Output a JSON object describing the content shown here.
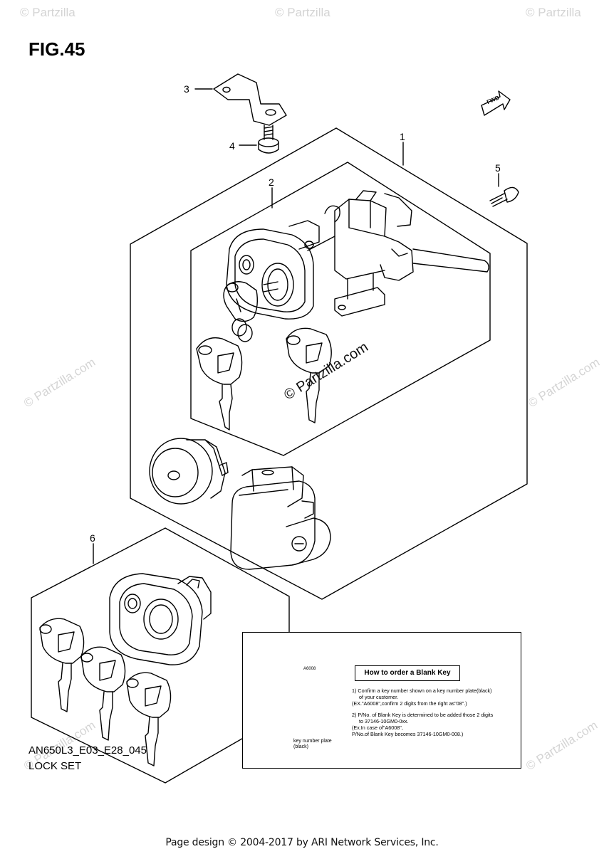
{
  "header": {
    "figure_title": "FIG.45"
  },
  "footer_info": {
    "model_code": "AN650L3_E03_E28_045",
    "section_name": "LOCK SET",
    "copyright": "Page design © 2004-2017 by ARI Network Services, Inc."
  },
  "callouts": [
    "1",
    "2",
    "3",
    "4",
    "5",
    "6"
  ],
  "fwd_label": "FWD",
  "watermark": {
    "text": "© Partzilla.com",
    "corner_text": "© Partzilla"
  },
  "order_box": {
    "heading": "How to order a Blank Key",
    "plate_code": "A6008",
    "plate_label_line1": "key number plate",
    "plate_label_line2": "(black)",
    "line1": "1) Confirm a key number shown on a key number plate(black)",
    "line2": "of your customer.",
    "line3": "(EX.\"A6008\",confirm 2 digits from the right as\"08\".)",
    "line4": "2) P/No. of Blank Key is determined to be added those 2 digits",
    "line5": "to 37146-10GM0-0xx.",
    "line6": "(Ex.In case of\"A6008\",",
    "line7": "P/No.of Blank Key becomes 37146-10GM0-008.)"
  }
}
